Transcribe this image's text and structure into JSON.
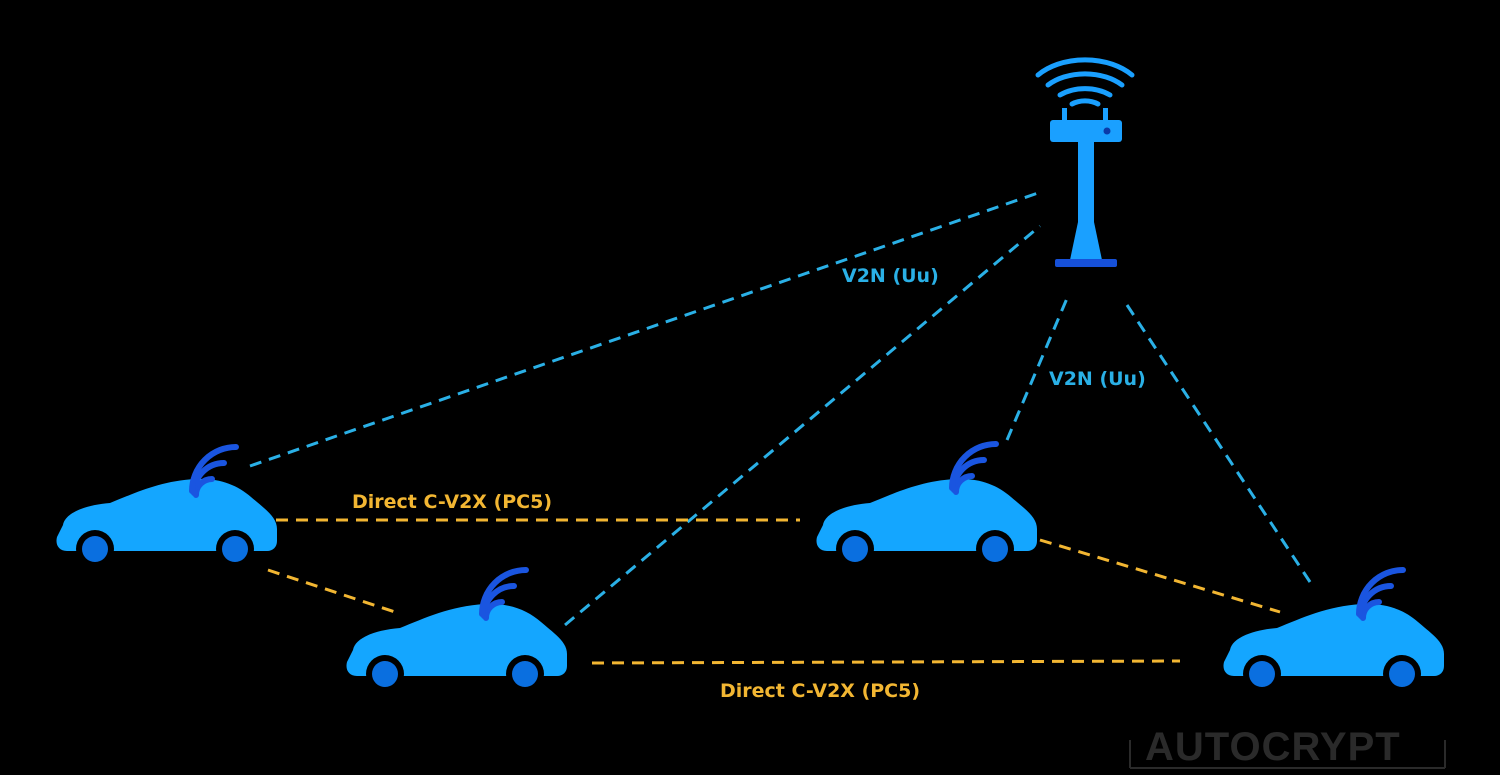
{
  "colors": {
    "background": "#000000",
    "v2n_link": "#2ab0e6",
    "pc5_link": "#f2b632",
    "car_body": "#14a6ff",
    "car_wheel": "#0a6fe0",
    "signal": "#1a55e0",
    "tower": "#1aa0ff",
    "tower_base": "#1650d8",
    "watermark": "#2a2a2a"
  },
  "labels": {
    "v2n_left": "V2N (Uu)",
    "v2n_right": "V2N (Uu)",
    "pc5_top": "Direct C-V2X (PC5)",
    "pc5_bottom": "Direct C-V2X (PC5)"
  },
  "watermark": {
    "text": "AUTOCRYPT"
  },
  "nodes": {
    "tower": {
      "name": "cell-tower-icon"
    },
    "vehicles": [
      {
        "id": "vehicle-1",
        "icon": "car-icon"
      },
      {
        "id": "vehicle-2",
        "icon": "car-icon"
      },
      {
        "id": "vehicle-3",
        "icon": "car-icon"
      },
      {
        "id": "vehicle-4",
        "icon": "car-icon"
      }
    ]
  }
}
